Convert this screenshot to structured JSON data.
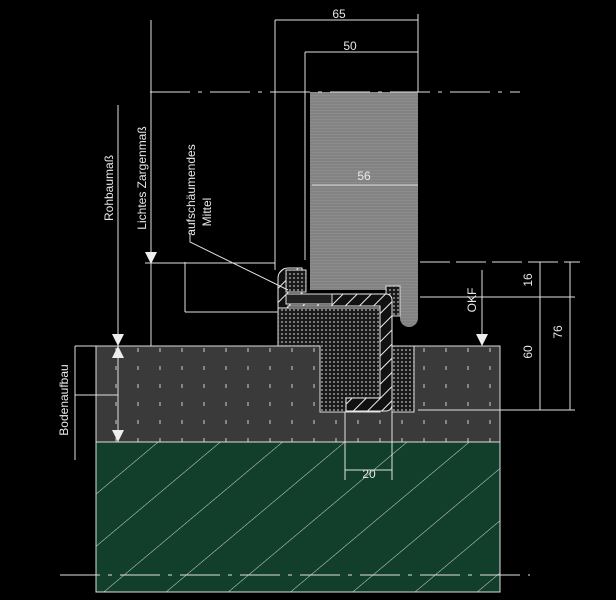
{
  "dimensions": {
    "d65": "65",
    "d50": "50",
    "d56": "56",
    "d16": "16",
    "d76": "76",
    "d60": "60",
    "d20": "20"
  },
  "labels": {
    "rohbaumass": "Rohbaumaß",
    "lichtes_zargenmass": "Lichtes Zargenmaß",
    "aufschaeumendes": "aufschäumendes",
    "mittel": "Mittel",
    "okf": "OKF",
    "bodenaufbau": "Bodenaufbau"
  },
  "colors": {
    "background": "#000000",
    "floor_layer": "#3a3a3a",
    "concrete": "#123f2c",
    "door_leaf": "#8a8a8a",
    "lines": "#e0e0e0"
  }
}
